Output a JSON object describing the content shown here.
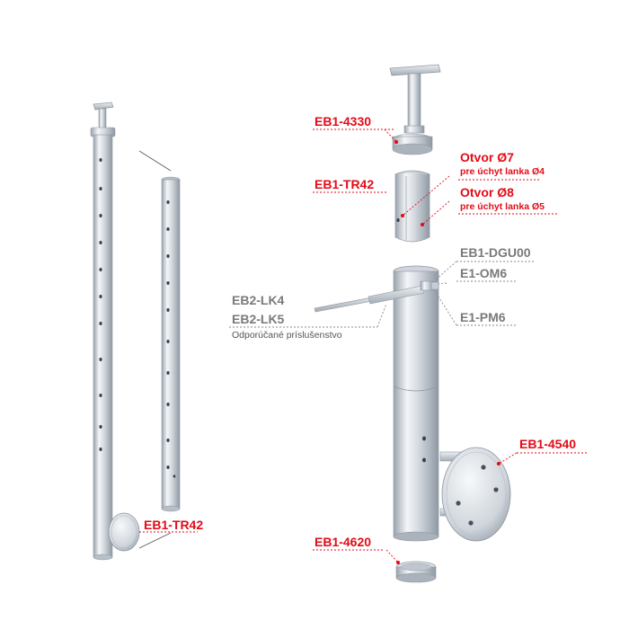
{
  "colors": {
    "accent_red": "#e30b17",
    "label_gray": "#7a7a7a",
    "metal_light": "#f4f6f8",
    "metal_dark": "#9aa3ad"
  },
  "labels": {
    "left_post": "EB1-TR42",
    "handrail_holder": "EB1-4330",
    "top_tube": "EB1-TR42",
    "hole7_title": "Otvor Ø7",
    "hole7_sub": "pre úchyt lanka Ø4",
    "hole8_title": "Otvor Ø8",
    "hole8_sub": "pre úchyt lanka Ø5",
    "dgu": "EB1-DGU00",
    "om6": "E1-OM6",
    "pm6": "E1-PM6",
    "lk4": "EB2-LK4",
    "lk5": "EB2-LK5",
    "accessory_note": "Odporúčané príslušenstvo",
    "wall_flange": "EB1-4540",
    "end_cap": "EB1-4620"
  }
}
